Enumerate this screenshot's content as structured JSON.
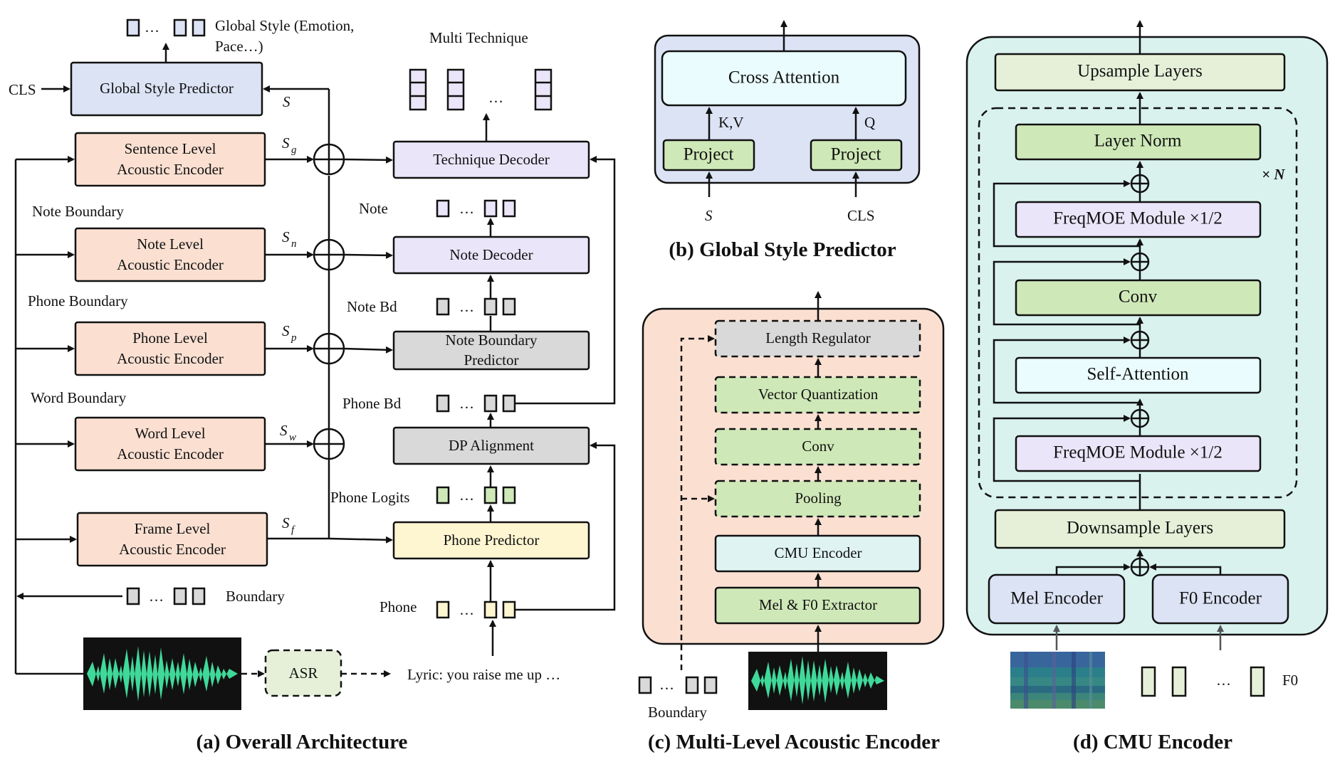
{
  "panel_a": {
    "caption": "(a)  Overall Architecture",
    "global_style_label": "Global Style (Emotion,",
    "global_style_label2": "Pace…)",
    "multi_technique": "Multi Technique",
    "cls": "CLS",
    "global_style_predictor": "Global Style Predictor",
    "sentence_encoder_1": "Sentence Level",
    "sentence_encoder_2": "Acoustic Encoder",
    "note_encoder_1": "Note Level",
    "note_encoder_2": "Acoustic Encoder",
    "phone_encoder_1": "Phone Level",
    "phone_encoder_2": "Acoustic Encoder",
    "word_encoder_1": "Word Level",
    "word_encoder_2": "Acoustic Encoder",
    "frame_encoder_1": "Frame Level",
    "frame_encoder_2": "Acoustic Encoder",
    "note_boundary": "Note Boundary",
    "phone_boundary": "Phone Boundary",
    "word_boundary": "Word Boundary",
    "boundary": "Boundary",
    "technique_decoder": "Technique Decoder",
    "note_decoder": "Note Decoder",
    "note_boundary_predictor_1": "Note Boundary",
    "note_boundary_predictor_2": "Predictor",
    "dp_alignment": "DP Alignment",
    "phone_predictor": "Phone Predictor",
    "note": "Note",
    "note_bd": "Note Bd",
    "phone_bd": "Phone Bd",
    "phone_logits": "Phone Logits",
    "phone": "Phone",
    "asr": "ASR",
    "lyric": "Lyric: you raise me up …",
    "sym_s": "S",
    "sym_sg": "g",
    "sym_sn": "n",
    "sym_sp": "p",
    "sym_sw": "w",
    "sym_sf": "f",
    "ellipsis": "…"
  },
  "panel_b": {
    "caption": "(b) Global Style Predictor",
    "cross_attention": "Cross Attention",
    "project_left": "Project",
    "project_right": "Project",
    "kv": "K,V",
    "q": "Q",
    "s": "S",
    "cls": "CLS"
  },
  "panel_c": {
    "caption": "(c) Multi-Level Acoustic Encoder",
    "length_regulator": "Length Regulator",
    "vector_quantization": "Vector Quantization",
    "conv": "Conv",
    "pooling": "Pooling",
    "cmu_encoder": "CMU Encoder",
    "mel_f0_extractor": "Mel & F0 Extractor",
    "boundary": "Boundary"
  },
  "panel_d": {
    "caption": "(d) CMU Encoder",
    "upsample": "Upsample Layers",
    "layer_norm": "Layer Norm",
    "freqmoe_top": "FreqMOE Module   ×1/2",
    "conv": "Conv",
    "self_attention": "Self-Attention",
    "freqmoe_bottom": "FreqMOE Module   ×1/2",
    "downsample": "Downsample Layers",
    "mel_encoder": "Mel Encoder",
    "f0_encoder": "F0 Encoder",
    "times_n": "× N",
    "f0": "F0"
  },
  "colors": {
    "style_blue": "#dbe3f4",
    "encoder_peach": "#fbe0d2",
    "decoder_lavender": "#ebe5f9",
    "gray": "#d9d9d9",
    "phone_yellow": "#fef6d1",
    "green": "#cfe8b8",
    "light_green": "#e6f0d9",
    "cyan": "#dff3f3",
    "mint_panel": "#d9f2ee",
    "wave_green": "#3fd99a"
  }
}
